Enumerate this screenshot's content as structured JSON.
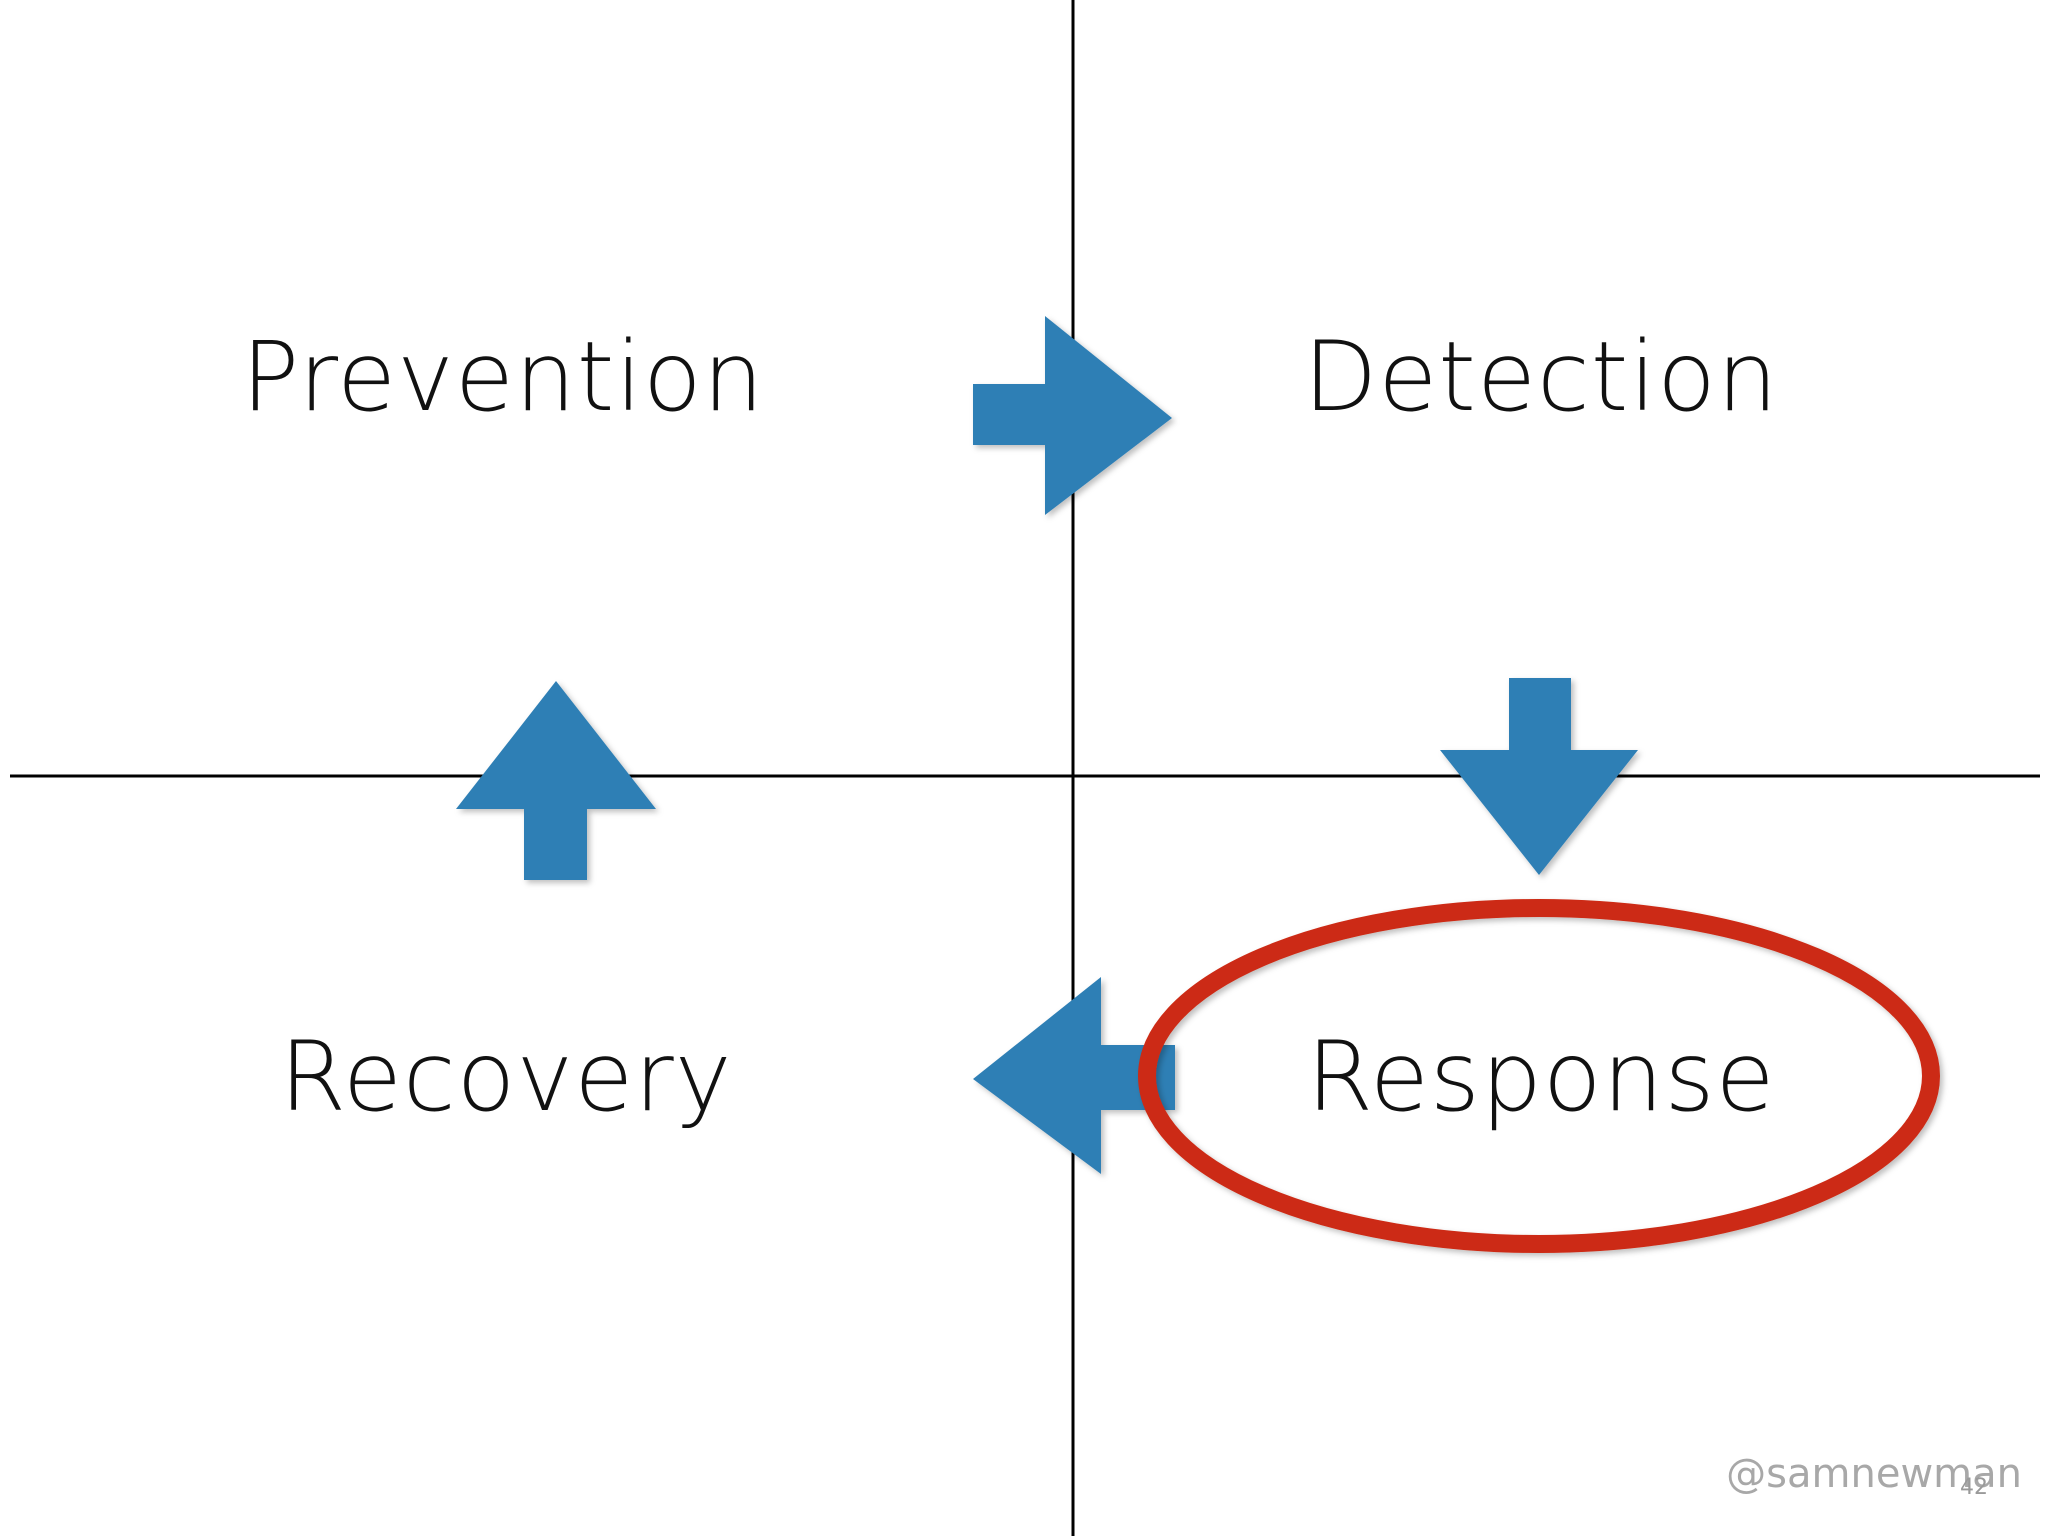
{
  "labels": {
    "prevention": "Prevention",
    "detection": "Detection",
    "response": "Response",
    "recovery": "Recovery"
  },
  "footer": {
    "handle": "@samnewman",
    "slide_number": "42"
  },
  "highlighted": "response",
  "colors": {
    "arrow": "#2f7fb5",
    "highlight": "#cc2a12",
    "axis": "#000000",
    "text": "#111111"
  },
  "icons": [
    "arrow-right-icon",
    "arrow-down-icon",
    "arrow-left-icon",
    "arrow-up-icon"
  ]
}
